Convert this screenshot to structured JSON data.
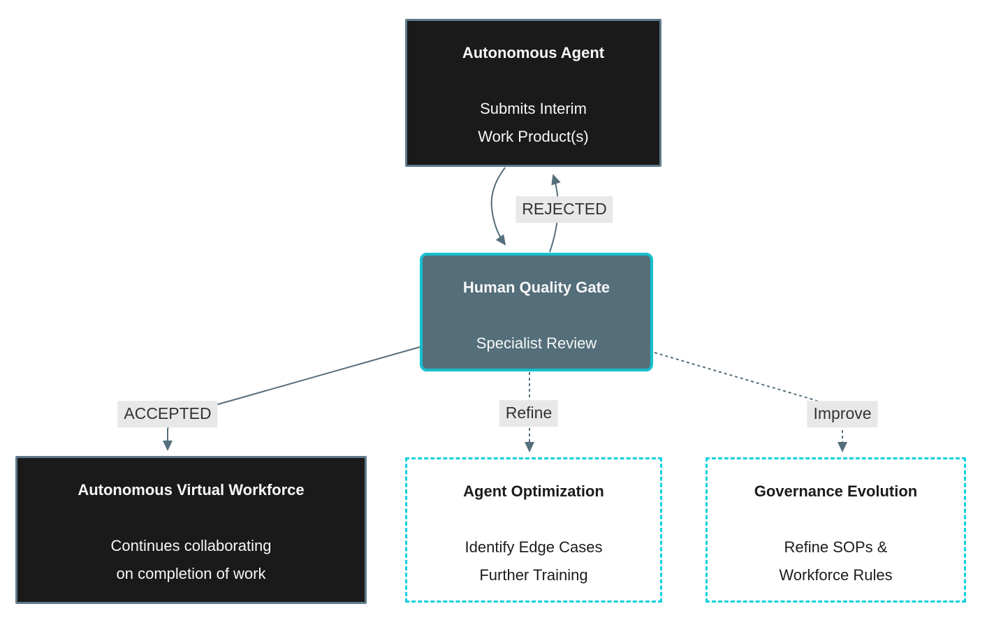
{
  "diagram": {
    "nodes": {
      "autonomous_agent": {
        "title": "Autonomous Agent",
        "body1": "Submits Interim",
        "body2": "Work Product(s)"
      },
      "human_quality_gate": {
        "title": "Human Quality Gate",
        "body1": "Specialist Review"
      },
      "autonomous_virtual_workforce": {
        "title": "Autonomous Virtual Workforce",
        "body1": "Continues collaborating",
        "body2": "on completion of work"
      },
      "agent_optimization": {
        "title": "Agent Optimization",
        "body1": "Identify Edge Cases",
        "body2": "Further Training"
      },
      "governance_evolution": {
        "title": "Governance Evolution",
        "body1": "Refine SOPs &",
        "body2": "Workforce Rules"
      }
    },
    "edge_labels": {
      "rejected": "REJECTED",
      "accepted": "ACCEPTED",
      "refine": "Refine",
      "improve": "Improve"
    },
    "colors": {
      "dark_node_fill": "#1a1a1a",
      "dark_node_border": "#5f7a89",
      "gate_fill": "#546e7a",
      "gate_border": "#15bfcd",
      "dashed_node_border": "#0ed1de",
      "edge_stroke": "#546e7c",
      "edge_label_bg": "#e8e8e8",
      "edge_label_text": "#333333",
      "light_text": "#f7f7f7",
      "dark_text": "#1b1b1b",
      "background": "#ffffff"
    }
  }
}
